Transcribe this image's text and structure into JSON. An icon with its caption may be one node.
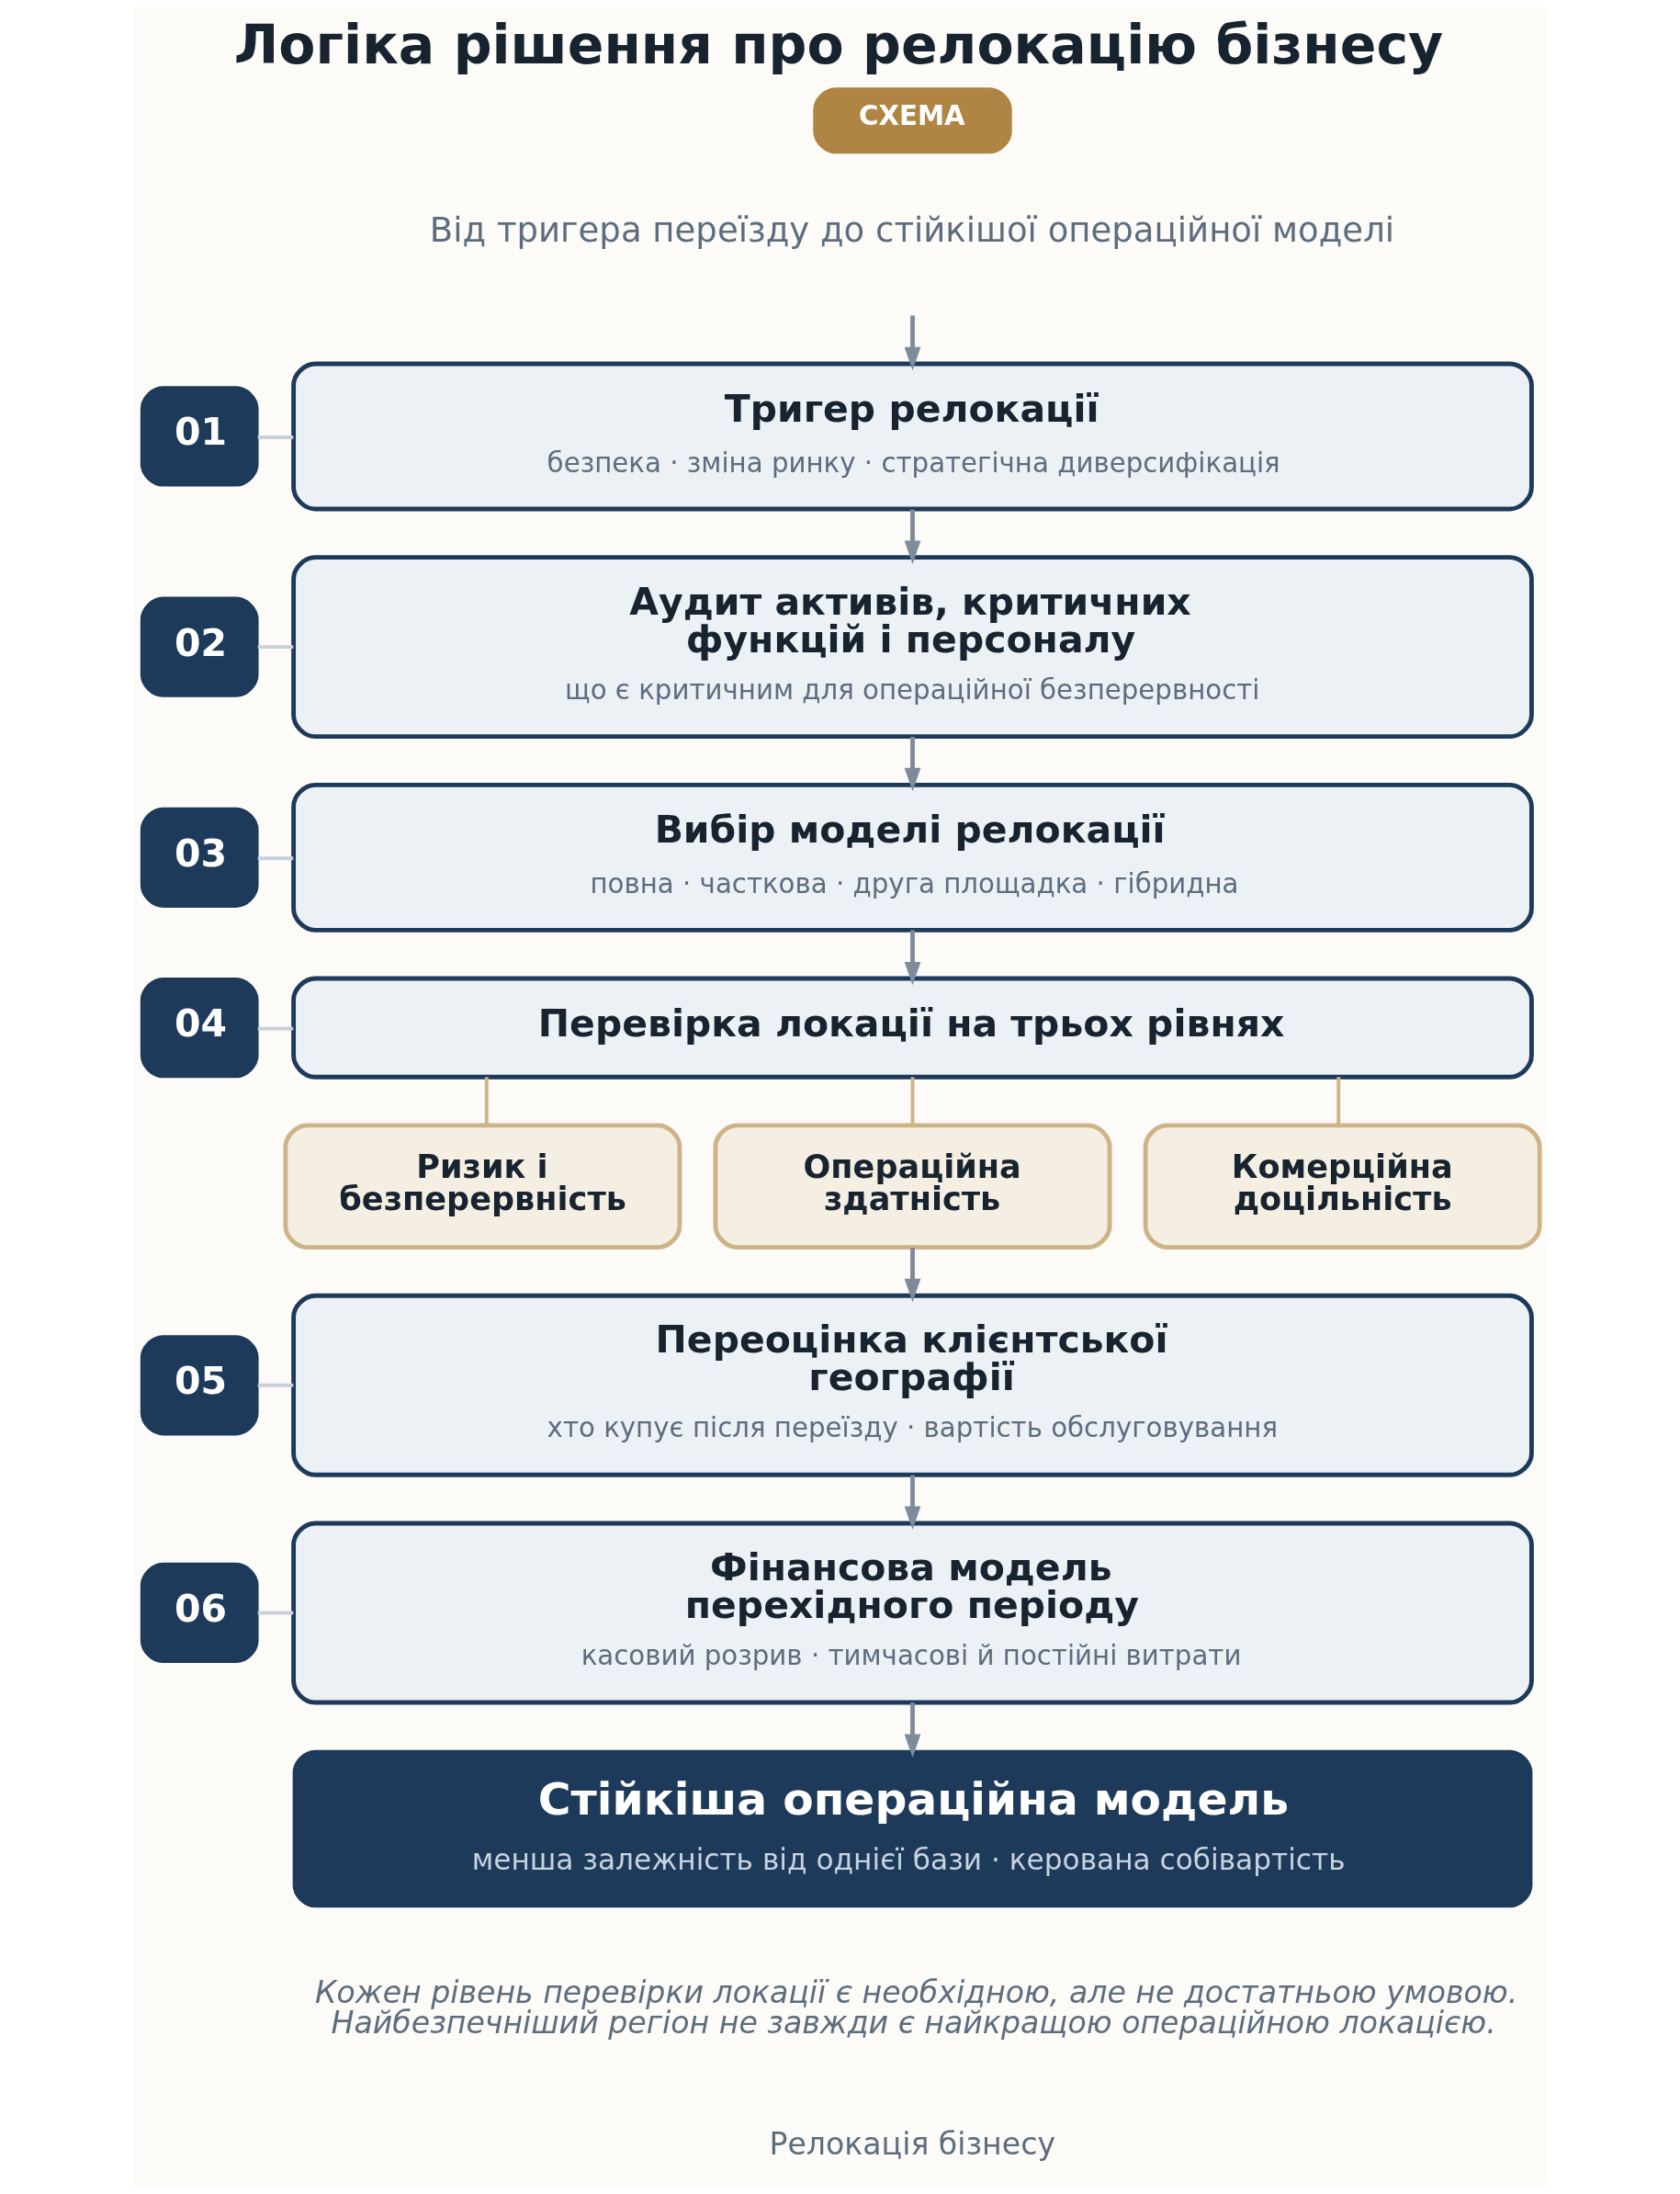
{
  "diagram": {
    "title": "Логіка рішення про релокацію бізнесу",
    "nodes": [
      {
        "text": [
          "01"
        ]
      },
      {
        "text": [
          "Тригер релокації",
          "безпека · зміна ринку · стратегічна диверсифікація"
        ]
      },
      {
        "text": [
          "02"
        ]
      },
      {
        "text": [
          "Аудит активів, критичних функцій і персоналу",
          "що є критичним для операційної безперервності"
        ]
      },
      {
        "text": [
          "03"
        ]
      },
      {
        "text": [
          "Вибір моделі релокації",
          "повна · часткова · друга площадка · гібридна"
        ]
      },
      {
        "text": [
          "04"
        ]
      },
      {
        "text": [
          "Перевірка локації на трьох рівнях"
        ]
      },
      {
        "text": [
          "Ризик і безперервність"
        ]
      },
      {
        "text": [
          "Операційна здатність"
        ]
      },
      {
        "text": [
          "Комерційна доцільність"
        ]
      },
      {
        "text": [
          "05"
        ]
      },
      {
        "text": [
          "Переоцінка клієнтської географії",
          "хто купує після переїзду · вартість обслуговування"
        ]
      },
      {
        "text": [
          "06"
        ]
      },
      {
        "text": [
          "Фінансова модель перехідного періоду",
          "касовий розрив · тимчасові й постійні витрати"
        ]
      },
      {
        "text": [
          "Стійкіша операційна модель",
          "менша залежність від однієї бази · керована собівартість"
        ]
      }
    ],
    "edges": [
      {
        "from": null,
        "to": 1,
        "arrow": "to"
      },
      {
        "from": 0,
        "to": 1,
        "arrow": "none",
        "color": "#c8d0da"
      },
      {
        "from": 1,
        "to": 3,
        "arrow": "to"
      },
      {
        "from": 2,
        "to": 3,
        "arrow": "none",
        "color": "#c8d0da"
      },
      {
        "from": 3,
        "to": 5,
        "arrow": "to"
      },
      {
        "from": 4,
        "to": 5,
        "arrow": "none",
        "color": "#c8d0da"
      },
      {
        "from": 5,
        "to": 7,
        "arrow": "to"
      },
      {
        "from": 6,
        "to": 7,
        "arrow": "none",
        "color": "#c8d0da"
      },
      {
        "from": 7,
        "to": 8,
        "arrow": "none",
        "color": "#cdb386"
      },
      {
        "from": 7,
        "to": 9,
        "arrow": "none",
        "color": "#cdb386"
      },
      {
        "from": 7,
        "to": 10,
        "arrow": "none",
        "color": "#cdb386"
      },
      {
        "from": 9,
        "to": 12,
        "arrow": "to"
      },
      {
        "from": 11,
        "to": 12,
        "arrow": "none",
        "color": "#c8d0da"
      },
      {
        "from": 12,
        "to": 14,
        "arrow": "to"
      },
      {
        "from": 13,
        "to": 14,
        "arrow": "none",
        "color": "#c8d0da"
      },
      {
        "from": 14,
        "to": 15,
        "arrow": "to"
      }
    ],
    "labels": [
      "СХЕМА",
      "Від тригера переїзду до стійкішої операційної моделі",
      "Кожен рівень перевірки локації є необхідною, але не достатньою умовою. Найбезпечніший регіон не завжди є найкращою операційною локацією.",
      "Релокація бізнесу"
    ]
  }
}
